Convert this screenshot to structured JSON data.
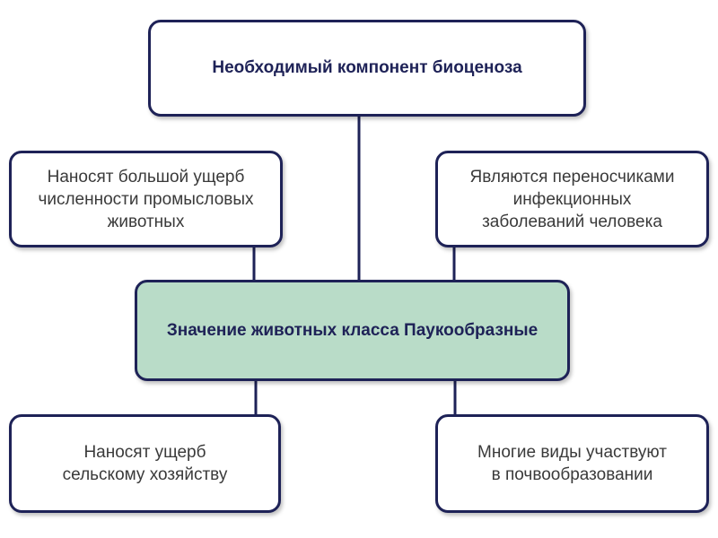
{
  "diagram": {
    "top": "Необходимый компонент биоценоза",
    "center": "Значение животных класса Паукообразные",
    "upper_left": [
      "Наносят большой ущерб",
      "численности промысловых",
      "животных"
    ],
    "upper_right": [
      "Являются переносчиками",
      "инфекционных",
      "заболеваний человека"
    ],
    "lower_left": [
      "Наносят ущерб",
      "сельскому хозяйству"
    ],
    "lower_right": [
      "Многие виды участвуют",
      "в почвообразовании"
    ],
    "colors": {
      "border": "#1e2257",
      "center_fill": "#b9dcc8",
      "text": "#3a3a3a"
    }
  }
}
